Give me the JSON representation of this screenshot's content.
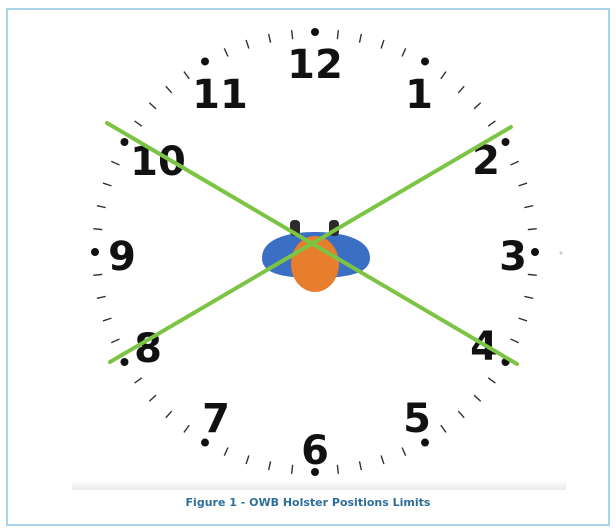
{
  "clock": {
    "numerals": [
      "12",
      "1",
      "2",
      "3",
      "4",
      "5",
      "6",
      "7",
      "8",
      "9",
      "10",
      "11"
    ]
  },
  "caption": "Figure 1 - OWB Holster Positions Limits",
  "colors": {
    "limit_lines": "#7cc443",
    "person_shirt": "#3a6fc4",
    "person_head": "#e67e2e",
    "caption_text": "#2e6f9a",
    "frame_border": "#a9d3e6"
  }
}
